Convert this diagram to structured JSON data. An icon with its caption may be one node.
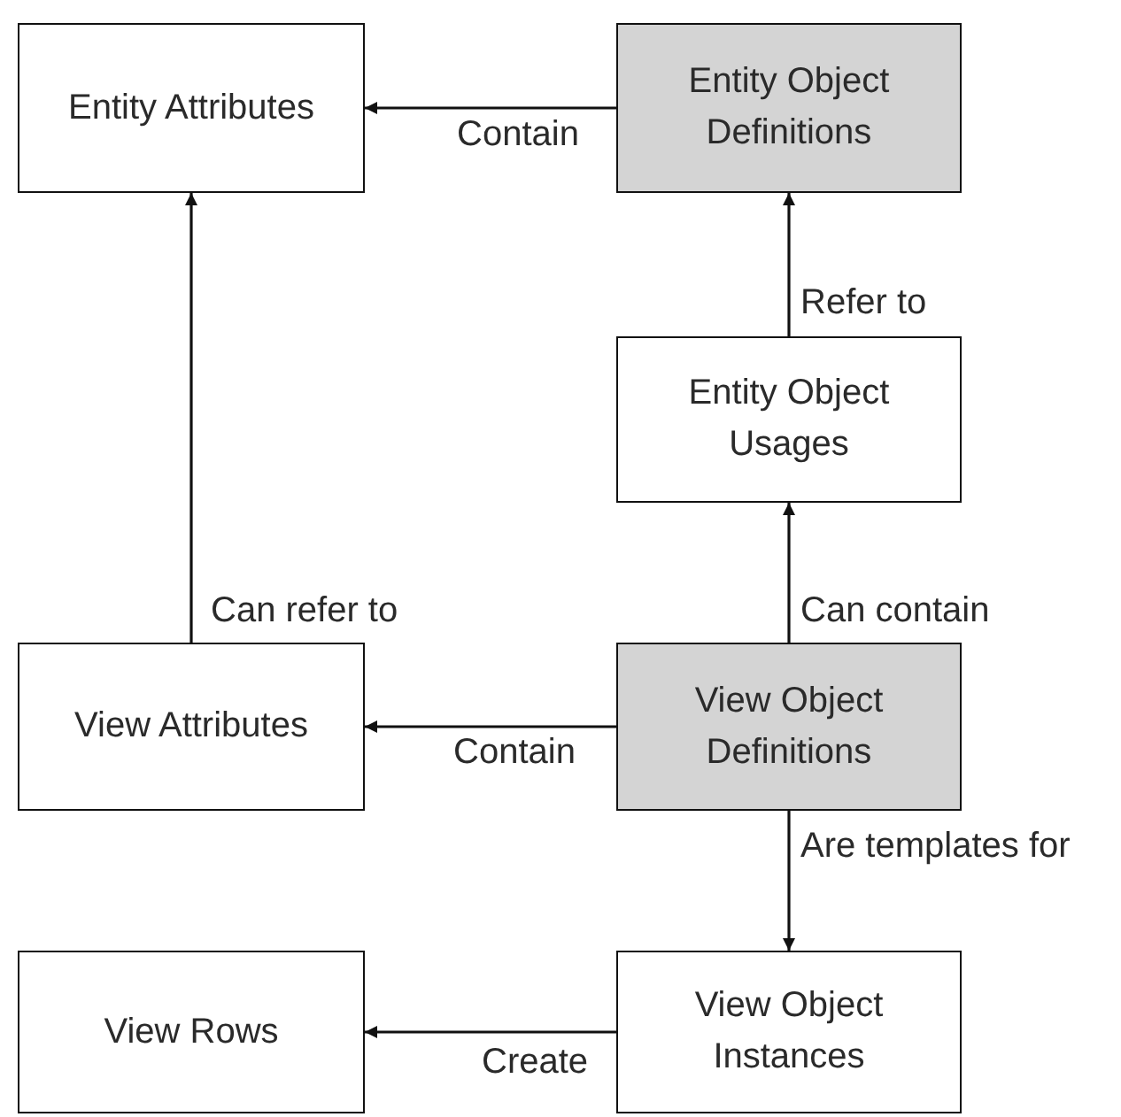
{
  "diagram": {
    "nodes": [
      {
        "text": [
          "Entity Attributes"
        ]
      },
      {
        "text": [
          "Entity Object Definitions"
        ]
      },
      {
        "text": [
          "Entity Object Usages"
        ]
      },
      {
        "text": [
          "View Attributes"
        ]
      },
      {
        "text": [
          "View Object Definitions"
        ]
      },
      {
        "text": [
          "View Rows"
        ]
      },
      {
        "text": [
          "View Object Instances"
        ]
      }
    ],
    "edges": [
      {
        "from": 1,
        "to": 0,
        "arrow": "to",
        "label": "Contain"
      },
      {
        "from": 2,
        "to": 1,
        "arrow": "to",
        "label": "Refer to"
      },
      {
        "from": 3,
        "to": 0,
        "arrow": "to",
        "label": "Can refer to"
      },
      {
        "from": 4,
        "to": 2,
        "arrow": "to",
        "label": "Can contain"
      },
      {
        "from": 4,
        "to": 3,
        "arrow": "to",
        "label": "Contain"
      },
      {
        "from": 4,
        "to": 6,
        "arrow": "to",
        "label": "Are templates for"
      },
      {
        "from": 6,
        "to": 5,
        "arrow": "to",
        "label": "Create"
      }
    ]
  }
}
